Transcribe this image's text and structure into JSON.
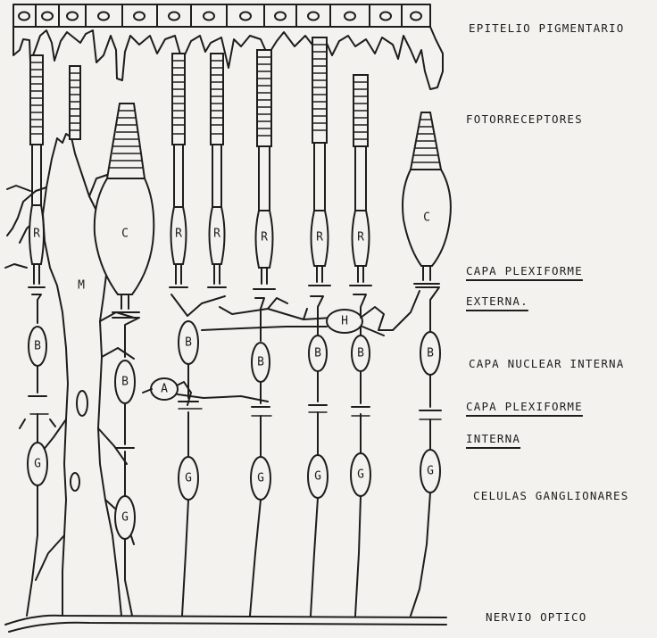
{
  "labels": {
    "epitelio": "EPITELIO PIGMENTARIO",
    "fotorreceptores": "FOTORRECEPTORES",
    "plexiforme_externa_1": "CAPA PLEXIFORME",
    "plexiforme_externa_2": "EXTERNA.",
    "nuclear_interna": "CAPA NUCLEAR INTERNA",
    "plexiforme_interna_1": "CAPA PLEXIFORME",
    "plexiforme_interna_2": "INTERNA",
    "ganglionares": "CELULAS GANGLIONARES",
    "nervio": "NERVIO OPTICO"
  },
  "cell_letters": {
    "rod": "R",
    "cone": "C",
    "muller": "M",
    "bipolar": "B",
    "horizontal": "H",
    "amacrine": "A",
    "ganglion": "G"
  }
}
